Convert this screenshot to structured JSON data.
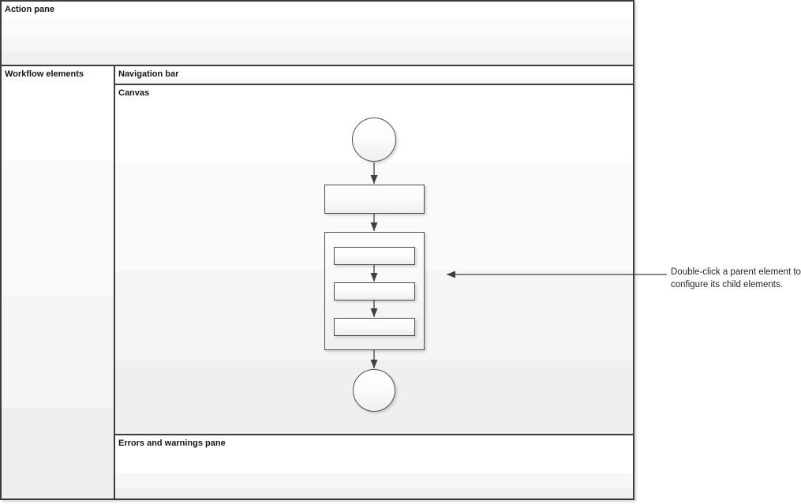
{
  "panes": {
    "action_pane": {
      "label": "Action pane"
    },
    "workflow_elements_pane": {
      "label": "Workflow elements"
    },
    "navigation_bar": {
      "label": "Navigation bar"
    },
    "canvas_pane": {
      "label": "Canvas"
    },
    "errors_pane": {
      "label": "Errors and warnings pane"
    }
  },
  "annotation": {
    "line1": "Double-click a parent element to",
    "line2": "configure its child elements."
  },
  "flowchart": {
    "nodes": [
      {
        "id": "start",
        "type": "circle",
        "label": ""
      },
      {
        "id": "task",
        "type": "rectangle",
        "label": ""
      },
      {
        "id": "parent-element",
        "type": "container",
        "label": "",
        "children": [
          {
            "id": "child-1",
            "type": "rectangle",
            "label": ""
          },
          {
            "id": "child-2",
            "type": "rectangle",
            "label": ""
          },
          {
            "id": "child-3",
            "type": "rectangle",
            "label": ""
          }
        ]
      },
      {
        "id": "end",
        "type": "circle",
        "label": ""
      }
    ],
    "edges": [
      {
        "from": "start",
        "to": "task"
      },
      {
        "from": "task",
        "to": "parent-element"
      },
      {
        "from": "child-1",
        "to": "child-2"
      },
      {
        "from": "child-2",
        "to": "child-3"
      },
      {
        "from": "parent-element",
        "to": "end"
      }
    ]
  },
  "colors": {
    "frame_border": "#3c3c3c",
    "shape_border": "#4d4d4d",
    "connector": "#3f3f3f",
    "pane_band_light": "#ffffff",
    "pane_band_dark": "#efefef",
    "text": "#141414",
    "background": "#ffffff"
  }
}
